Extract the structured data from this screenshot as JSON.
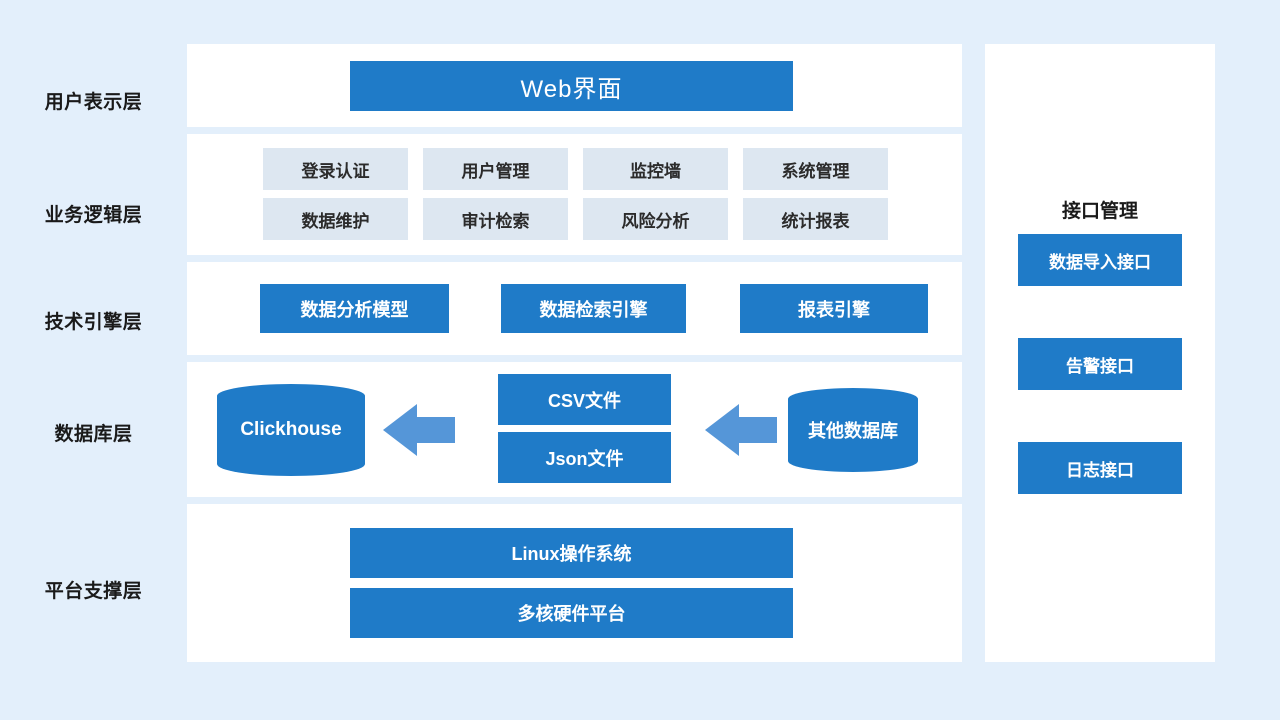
{
  "background_color": "#e3effb",
  "accent_color": "#1f7bc8",
  "chip_color": "#dde7f1",
  "arrow_color": "#5596d8",
  "layers": [
    {
      "label": "用户表示层"
    },
    {
      "label": "业务逻辑层"
    },
    {
      "label": "技术引擎层"
    },
    {
      "label": "数据库层"
    },
    {
      "label": "平台支撑层"
    }
  ],
  "presentation_layer": {
    "box": "Web界面"
  },
  "business_layer": {
    "row1": [
      "登录认证",
      "用户管理",
      "监控墙",
      "系统管理"
    ],
    "row2": [
      "数据维护",
      "审计检索",
      "风险分析",
      "统计报表"
    ]
  },
  "engine_layer": {
    "boxes": [
      "数据分析模型",
      "数据检索引擎",
      "报表引擎"
    ]
  },
  "database_layer": {
    "target_db": "Clickhouse",
    "files": [
      "CSV文件",
      "Json文件"
    ],
    "source_db": "其他数据库",
    "arrow1": "left-arrow",
    "arrow2": "left-arrow"
  },
  "platform_layer": {
    "boxes": [
      "Linux操作系统",
      "多核硬件平台"
    ]
  },
  "interface_panel": {
    "title": "接口管理",
    "boxes": [
      "数据导入接口",
      "告警接口",
      "日志接口"
    ]
  }
}
